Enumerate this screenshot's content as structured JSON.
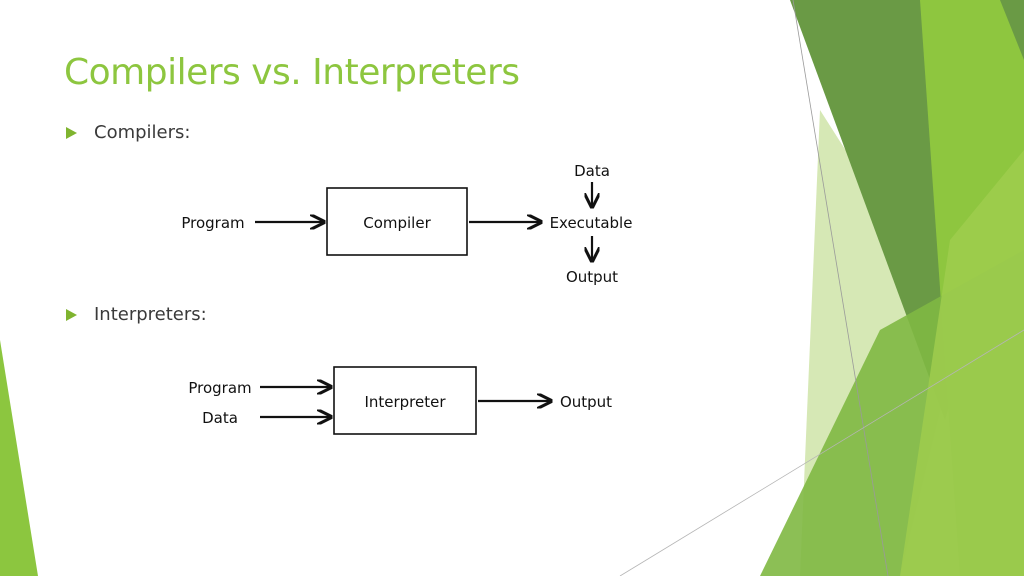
{
  "slide": {
    "title": "Compilers vs. Interpreters",
    "bullets": [
      "Compilers:",
      "Interpreters:"
    ]
  },
  "compiler_diagram": {
    "input": "Program",
    "box": "Compiler",
    "product": "Executable",
    "data_in": "Data",
    "result": "Output"
  },
  "interpreter_diagram": {
    "input1": "Program",
    "input2": "Data",
    "box": "Interpreter",
    "result": "Output"
  },
  "colors": {
    "accent": "#8dc63f",
    "bullet": "#7fb42f",
    "body_text": "#3a3a3a",
    "diagram_line": "#111111"
  }
}
